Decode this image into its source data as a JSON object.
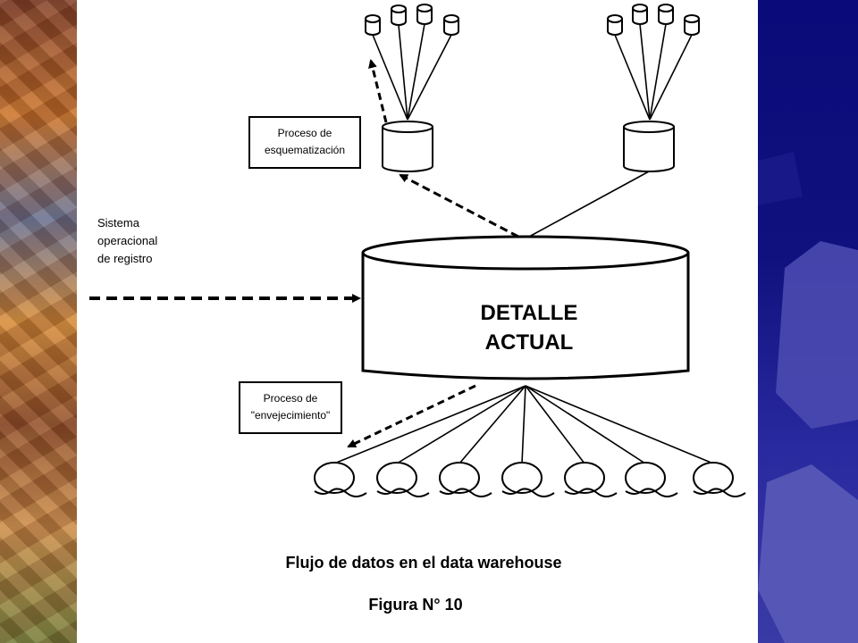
{
  "labels": {
    "main_store_line1": "DETALLE",
    "main_store_line2": "ACTUAL",
    "schema_process_line1": "Proceso de",
    "schema_process_line2": "esquematización",
    "aging_process_line1": "Proceso de",
    "aging_process_line2": "\"envejecimiento\"",
    "source_line1": "Sistema",
    "source_line2": "operacional",
    "source_line3": "de registro",
    "caption": "Flujo de datos en el data warehouse",
    "figure": "Figura N° 10"
  }
}
